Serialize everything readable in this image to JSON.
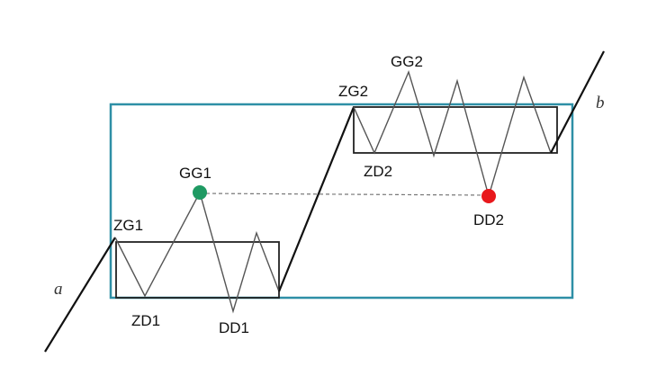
{
  "labels": {
    "zg1": "ZG1",
    "gg1": "GG1",
    "zd1": "ZD1",
    "dd1": "DD1",
    "zg2": "ZG2",
    "gg2": "GG2",
    "zd2": "ZD2",
    "dd2": "DD2",
    "a": "a",
    "b": "b"
  },
  "colors": {
    "outer_box": "#2e8fa6",
    "hub_box": "#222222",
    "thick_line": "#111111",
    "thin_line": "#555555",
    "dashed_line": "#777777",
    "gg1_dot": "#1f9a63",
    "dd2_dot": "#e8181c"
  }
}
